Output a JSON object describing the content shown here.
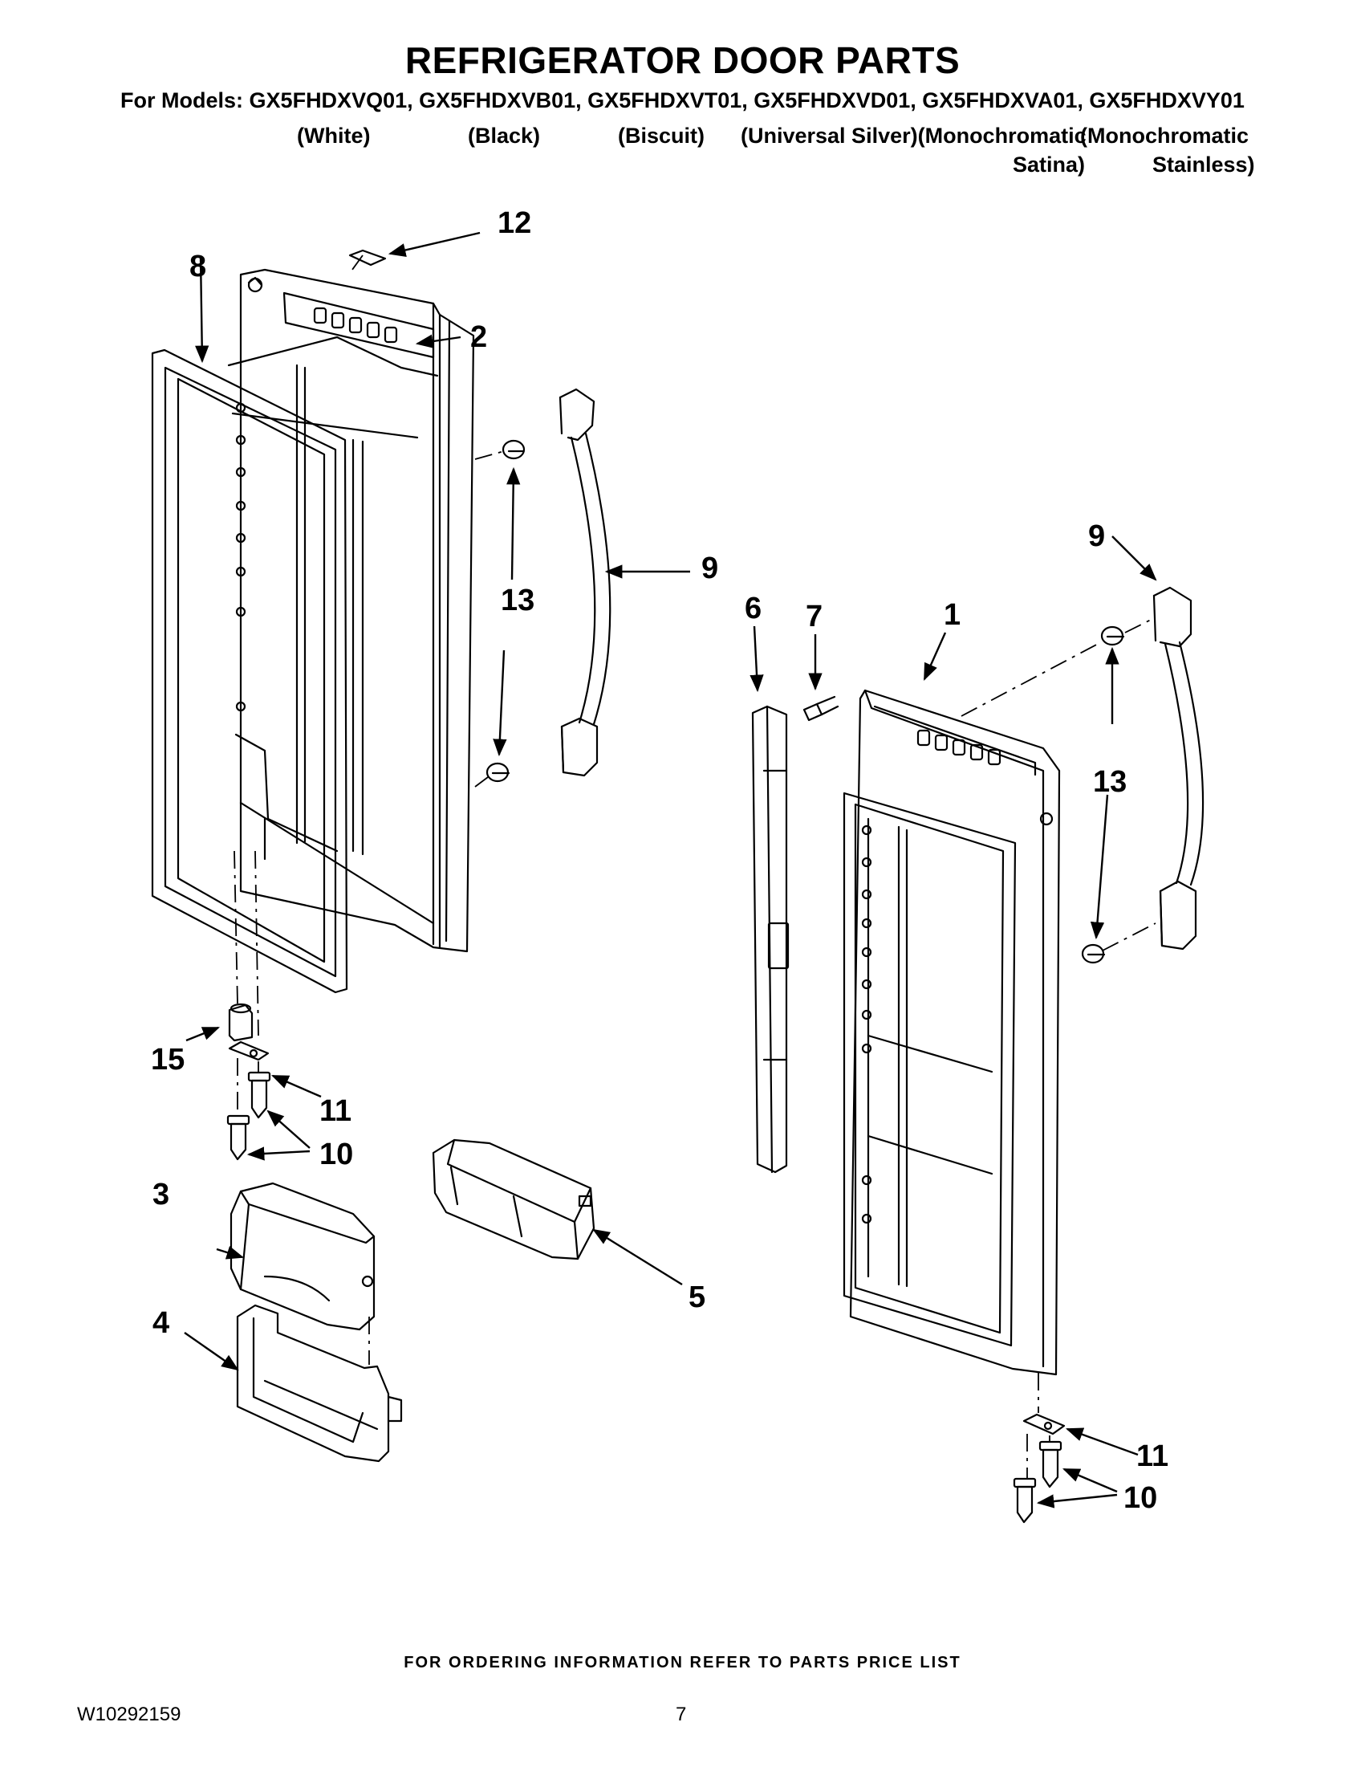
{
  "header": {
    "title": "REFRIGERATOR DOOR PARTS",
    "models_line": "For Models: GX5FHDXVQ01, GX5FHDXVB01, GX5FHDXVT01, GX5FHDXVD01, GX5FHDXVA01, GX5FHDXVY01",
    "colors_row1": [
      "(White)",
      "(Black)",
      "(Biscuit)",
      "(Universal Silver)(Monochromatic",
      "(Monochromatic"
    ],
    "colors_row2": [
      "Satina)",
      "Stainless)"
    ]
  },
  "callouts": {
    "c1": "1",
    "c2": "2",
    "c3": "3",
    "c4": "4",
    "c5": "5",
    "c6": "6",
    "c7": "7",
    "c8": "8",
    "c9_left": "9",
    "c9_right": "9",
    "c10_left": "10",
    "c10_right": "10",
    "c11_left": "11",
    "c11_right": "11",
    "c12": "12",
    "c13_left": "13",
    "c13_right": "13",
    "c15": "15"
  },
  "footer": {
    "note": "FOR ORDERING INFORMATION REFER TO PARTS PRICE LIST",
    "doc_number": "W10292159",
    "page_number": "7"
  }
}
